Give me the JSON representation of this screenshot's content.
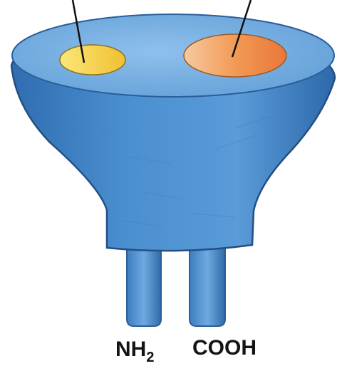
{
  "labels": {
    "amino_terminus": "NH",
    "amino_subscript": "2",
    "carboxyl_terminus": "COOH"
  },
  "colors": {
    "body": "#4a8fd0",
    "body_dark": "#2f6db0",
    "top_surface": "#7db4e6",
    "left_site": "#f4d24a",
    "right_site": "#ee9448",
    "pointer_line": "#111111"
  }
}
